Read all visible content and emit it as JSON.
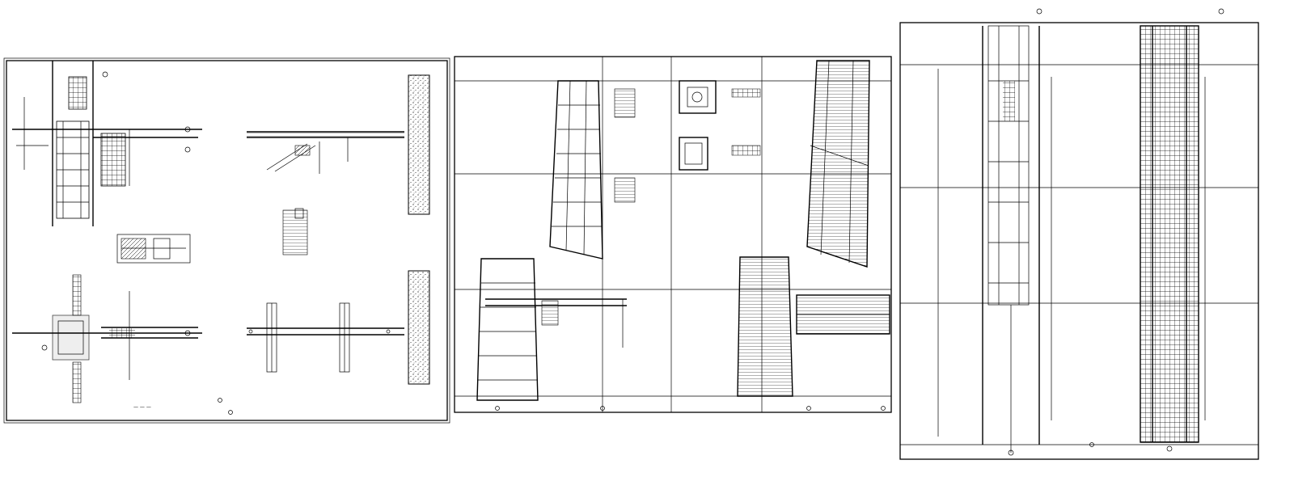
{
  "drawing": {
    "sheets": [
      {
        "id": "sheet-left"
      },
      {
        "id": "sheet-middle"
      },
      {
        "id": "sheet-right"
      }
    ],
    "colors": {
      "line": "#000000",
      "paper": "#ffffff"
    }
  }
}
